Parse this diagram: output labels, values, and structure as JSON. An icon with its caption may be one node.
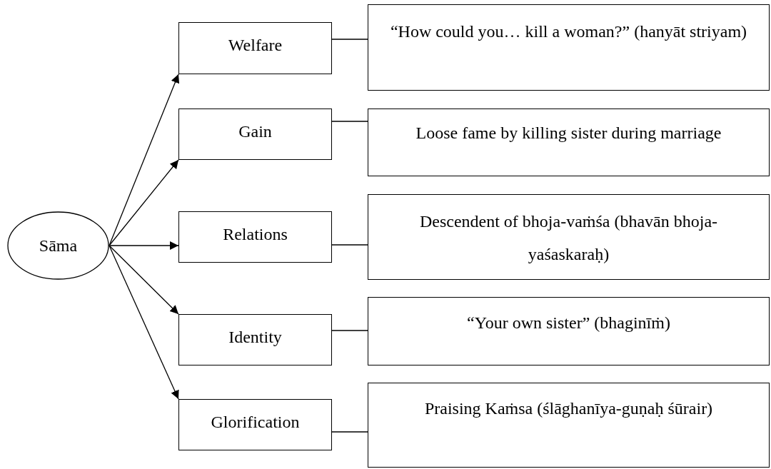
{
  "diagram": {
    "nodes": [
      {
        "text": [
          "Sāma"
        ]
      },
      {
        "text": [
          "Welfare"
        ]
      },
      {
        "text": [
          "“How could you… kill a woman?” (hanyāt striyam)"
        ]
      },
      {
        "text": [
          "Gain"
        ]
      },
      {
        "text": [
          "Loose fame by killing sister during marriage"
        ]
      },
      {
        "text": [
          "Relations"
        ]
      },
      {
        "text": [
          "Descendent of bhoja-vaṁśa (bhavān bhoja-yaśaskaraḥ)"
        ]
      },
      {
        "text": [
          "Identity"
        ]
      },
      {
        "text": [
          "“Your own sister” (bhaginīṁ)"
        ]
      },
      {
        "text": [
          "Glorification"
        ]
      },
      {
        "text": [
          "Praising Kaṁsa (ślāghanīya-guṇaḥ śūrair)"
        ]
      }
    ],
    "edges": [
      {
        "from": 0,
        "to": 1,
        "arrow": "to"
      },
      {
        "from": 0,
        "to": 3,
        "arrow": "to"
      },
      {
        "from": 0,
        "to": 5,
        "arrow": "to"
      },
      {
        "from": 0,
        "to": 7,
        "arrow": "to"
      },
      {
        "from": 0,
        "to": 9,
        "arrow": "to"
      },
      {
        "from": 1,
        "to": 2,
        "arrow": "none"
      },
      {
        "from": 3,
        "to": 4,
        "arrow": "none"
      },
      {
        "from": 5,
        "to": 6,
        "arrow": "none"
      },
      {
        "from": 7,
        "to": 8,
        "arrow": "none"
      },
      {
        "from": 9,
        "to": 10,
        "arrow": "none"
      }
    ]
  }
}
